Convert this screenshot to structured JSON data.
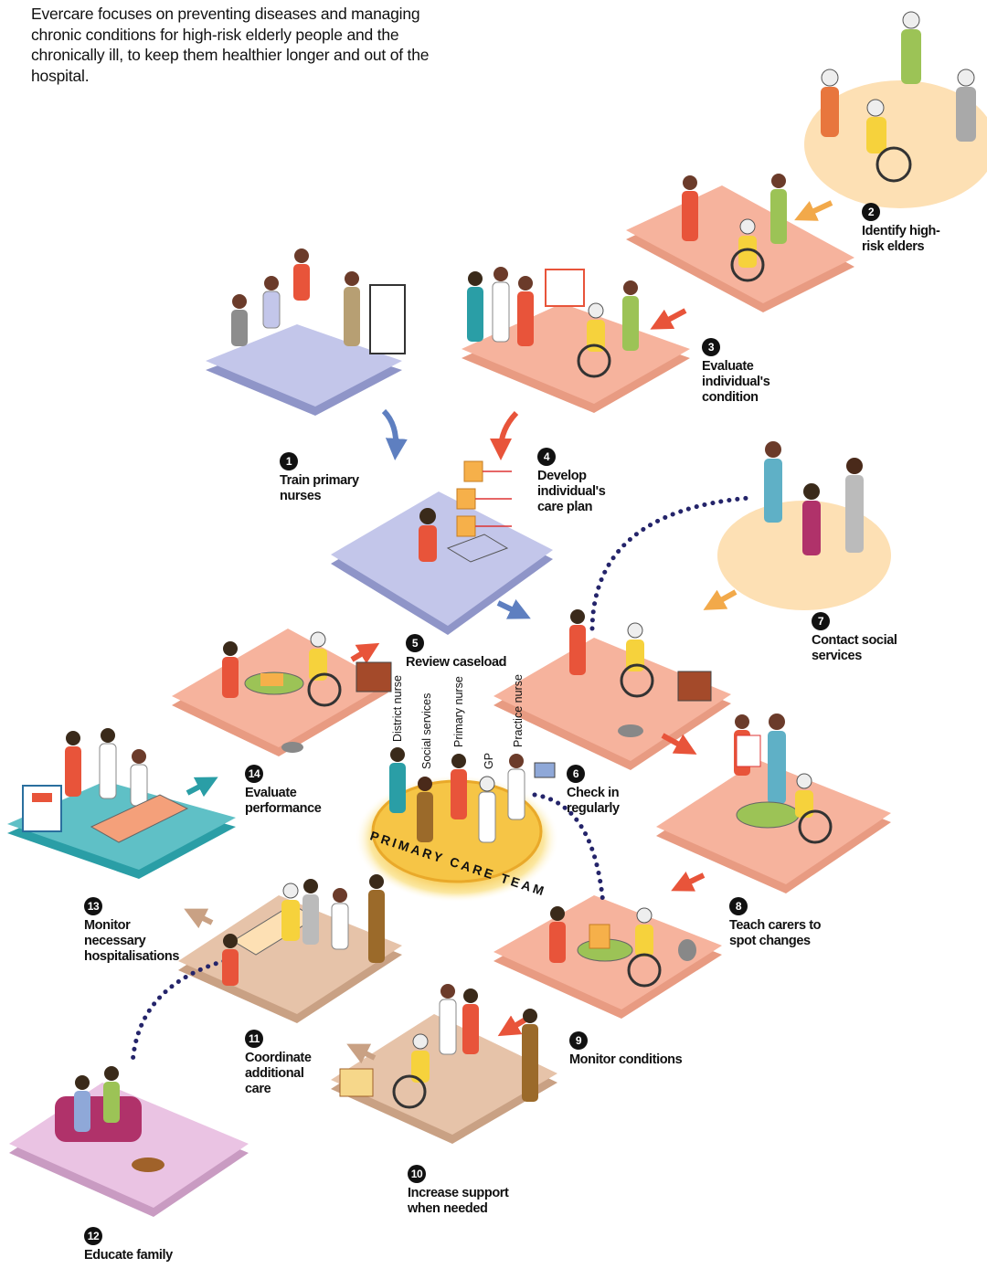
{
  "intro": "Evercare focuses on preventing diseases and managing chronic conditions for high-risk elderly people and the chronically ill, to keep them healthier longer and out of the hospital.",
  "steps": [
    {
      "num": "1",
      "label": "Train primary\nnurses"
    },
    {
      "num": "2",
      "label": "Identify high-\nrisk elders"
    },
    {
      "num": "3",
      "label": "Evaluate\nindividual's\ncondition"
    },
    {
      "num": "4",
      "label": "Develop\nindividual's\ncare plan"
    },
    {
      "num": "5",
      "label": "Review caseload"
    },
    {
      "num": "6",
      "label": "Check in\nregularly"
    },
    {
      "num": "7",
      "label": "Contact social\nservices"
    },
    {
      "num": "8",
      "label": "Teach carers to\nspot changes"
    },
    {
      "num": "9",
      "label": "Monitor conditions"
    },
    {
      "num": "10",
      "label": "Increase support\nwhen needed"
    },
    {
      "num": "11",
      "label": "Coordinate\nadditional\ncare"
    },
    {
      "num": "12",
      "label": "Educate family"
    },
    {
      "num": "13",
      "label": "Monitor\nnecessary\nhospitalisations"
    },
    {
      "num": "14",
      "label": "Evaluate\nperformance"
    }
  ],
  "team": {
    "title": "PRIMARY CARE TEAM",
    "roles": [
      "District nurse",
      "Social services",
      "Primary nurse",
      "GP",
      "Practice nurse"
    ]
  },
  "colors": {
    "salmon": "#f6b39d",
    "lavender": "#c3c6ea",
    "peach": "#fde0b4",
    "tan": "#e6c3a9",
    "teal": "#5fc0c6",
    "pink": "#eac3e3",
    "gold": "#f6c546",
    "arrow_red": "#e8543a",
    "arrow_blue": "#5e7fc0",
    "arrow_orange": "#f2a94a",
    "dots": "#24246a"
  }
}
